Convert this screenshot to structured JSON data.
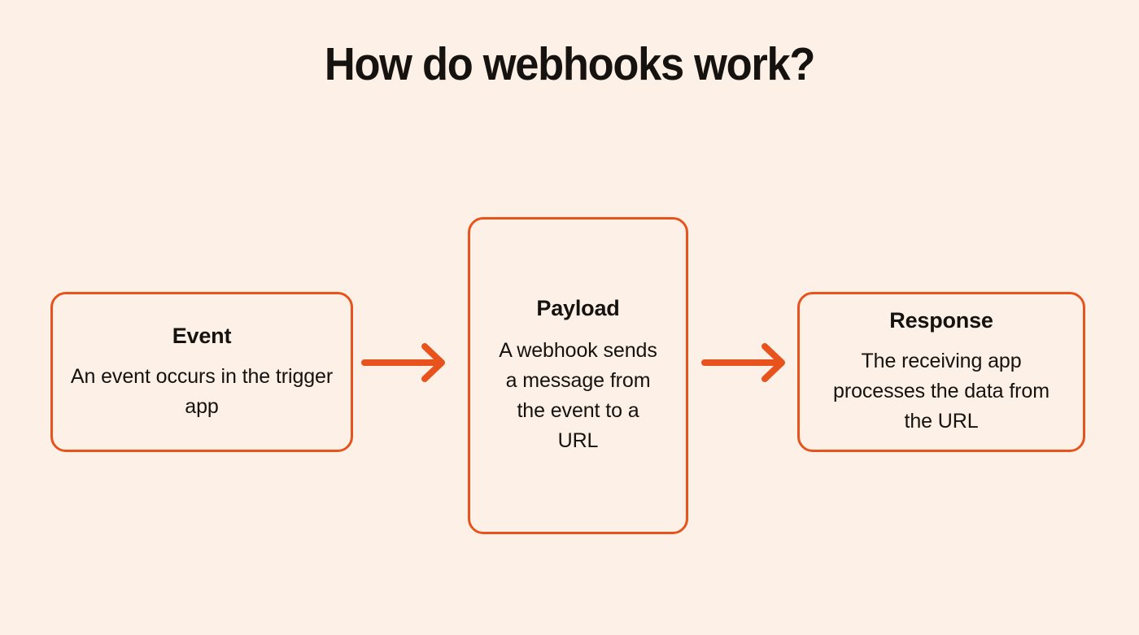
{
  "page": {
    "title": "How do webhooks work?",
    "background_color": "#FDF1E7",
    "accent_color": "#E8521C",
    "text_color": "#15120F"
  },
  "diagram": {
    "type": "flow",
    "direction": "left-to-right",
    "nodes": [
      {
        "id": "event",
        "title": "Event",
        "body": "An event occurs in the trigger app"
      },
      {
        "id": "payload",
        "title": "Payload",
        "body": "A webhook sends a message from the event to a URL"
      },
      {
        "id": "response",
        "title": "Response",
        "body": "The receiving app processes the data from the URL"
      }
    ],
    "connectors": [
      {
        "id": "arrow-1",
        "icon": "arrow-right-icon",
        "from": "event",
        "to": "payload"
      },
      {
        "id": "arrow-2",
        "icon": "arrow-right-icon",
        "from": "payload",
        "to": "response"
      }
    ]
  }
}
